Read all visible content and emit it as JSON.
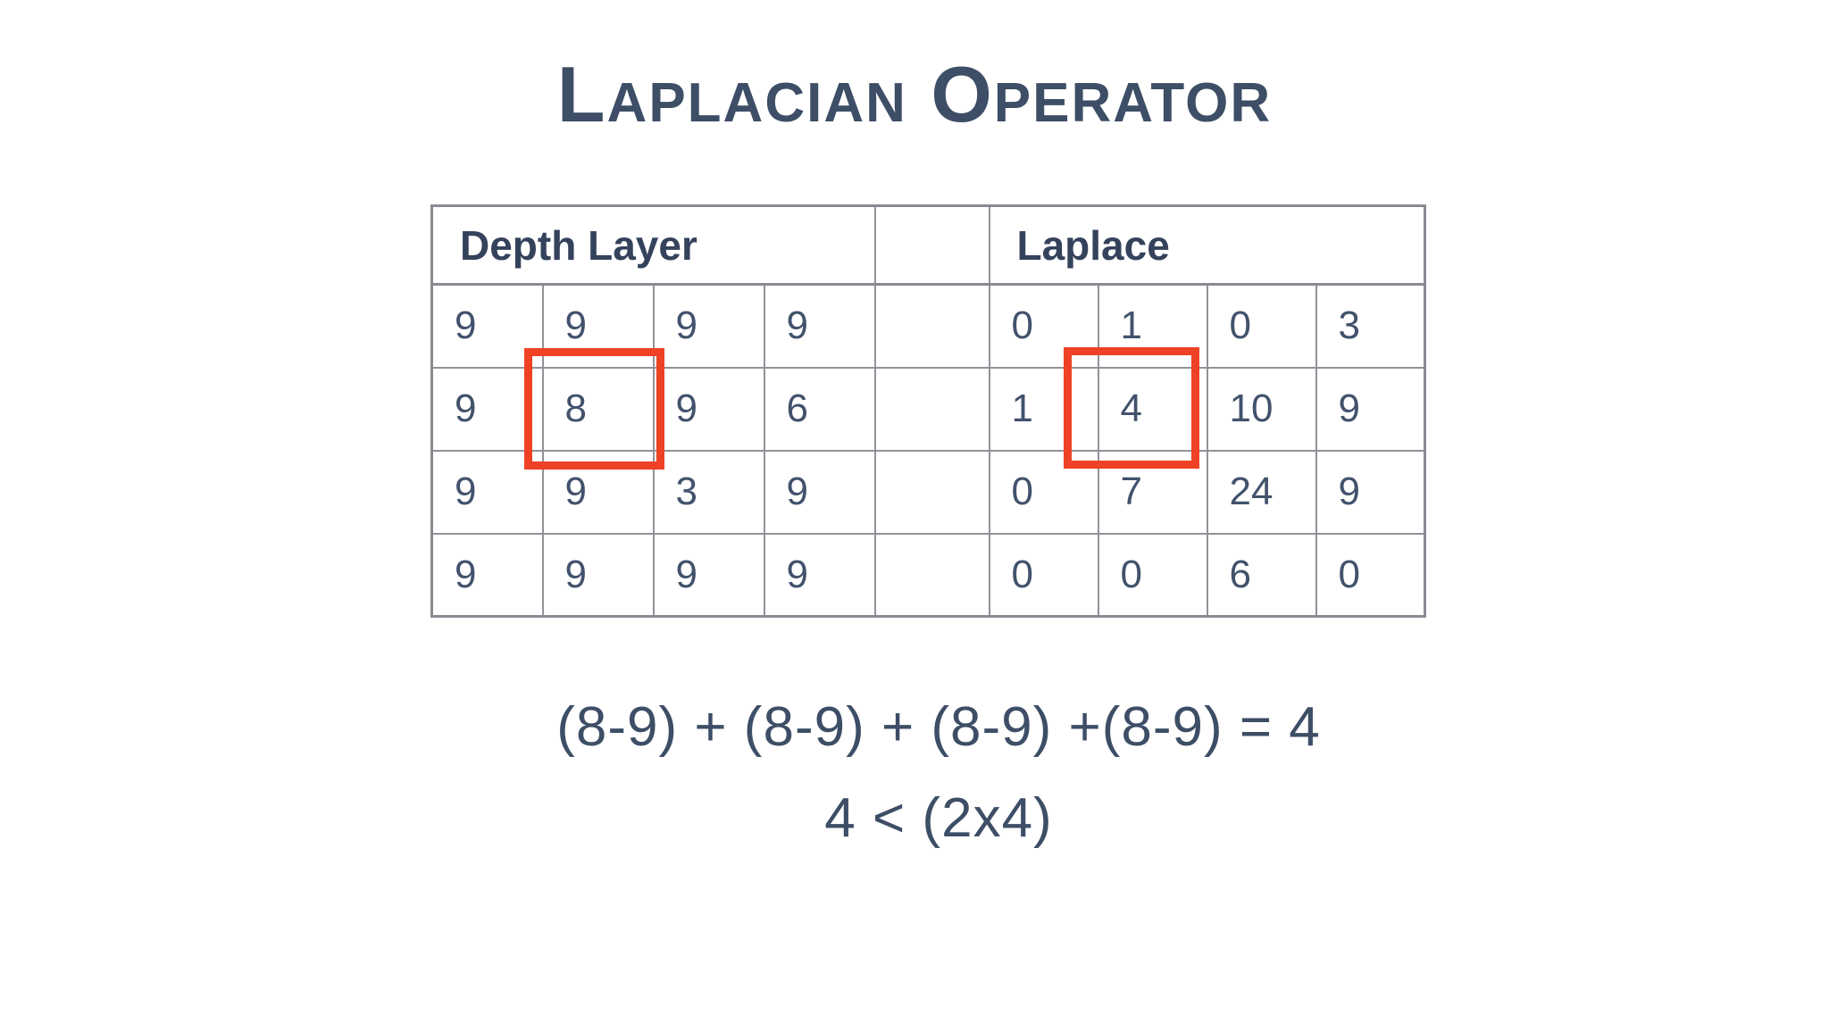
{
  "title": "Laplacian Operator",
  "table": {
    "left_header": "Depth Layer",
    "right_header": "Laplace",
    "depth_rows": [
      [
        "9",
        "9",
        "9",
        "9"
      ],
      [
        "9",
        "8",
        "9",
        "6"
      ],
      [
        "9",
        "9",
        "3",
        "9"
      ],
      [
        "9",
        "9",
        "9",
        "9"
      ]
    ],
    "laplace_rows": [
      [
        "0",
        "1",
        "0",
        "3"
      ],
      [
        "1",
        "4",
        "10",
        "9"
      ],
      [
        "0",
        "7",
        "24",
        "9"
      ],
      [
        "0",
        "0",
        "6",
        "0"
      ]
    ]
  },
  "highlight": {
    "color": "#ee4126",
    "depth_cell": {
      "row": 2,
      "col": 2,
      "value": "8"
    },
    "laplace_cell": {
      "row": 2,
      "col": 2,
      "value": "4"
    }
  },
  "formula": {
    "line1": "(8-9) + (8-9) + (8-9) +(8-9) = 4",
    "line2": "4 < (2x4)"
  },
  "colors": {
    "text": "#3d4e66",
    "table_border": "#8a8a92",
    "highlight": "#ee4126"
  }
}
